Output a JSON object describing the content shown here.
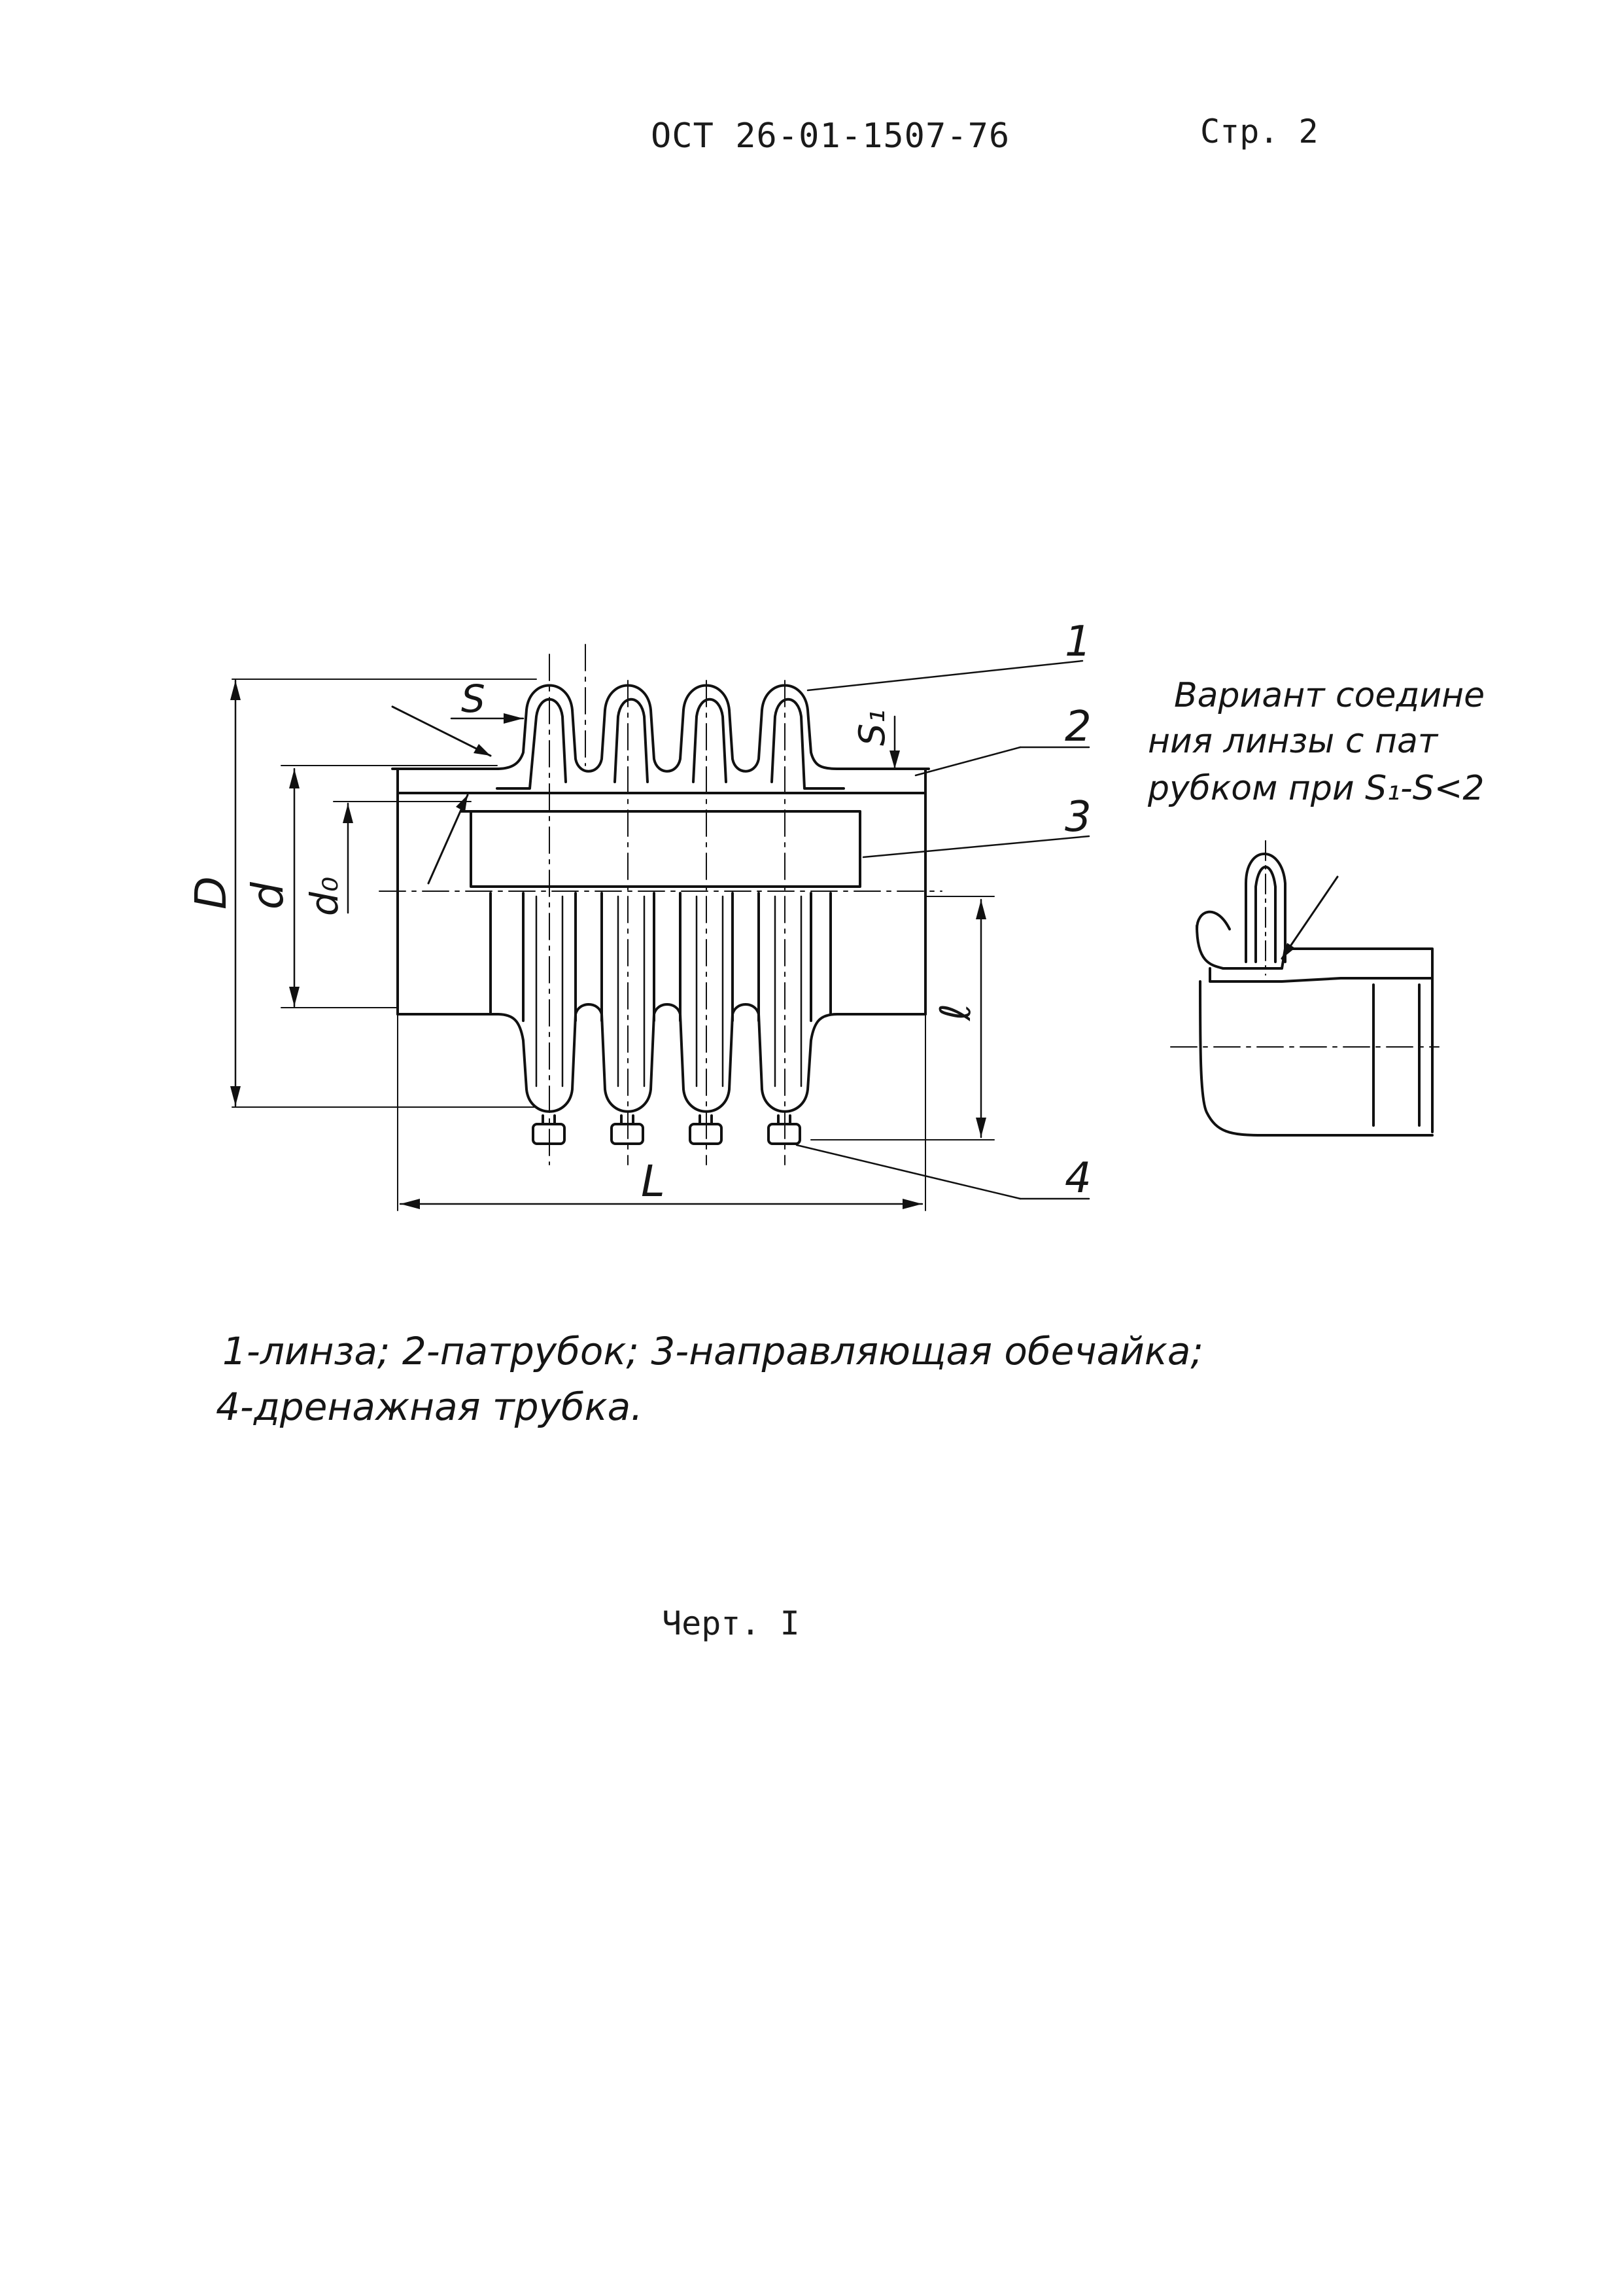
{
  "header": {
    "doc_code": "ОСТ 26-01-1507-76",
    "page_label": "Стр. 2"
  },
  "drawing": {
    "callouts": [
      "1",
      "2",
      "3",
      "4"
    ],
    "dimensions": {
      "D": "D",
      "d": "d",
      "d0": "d₀",
      "l": "ℓ",
      "L": "L",
      "S": "S",
      "S1": "S₁"
    },
    "variant_note": {
      "line1": "Вариант соедине",
      "line2": "ния линзы с пат",
      "line3": "рубком при S₁-S<2"
    }
  },
  "legend": {
    "line1": "1-линза; 2-патрубок; 3-направляющая обечайка;",
    "line2": "4-дренажная трубка."
  },
  "figure_label": "Черт. I"
}
